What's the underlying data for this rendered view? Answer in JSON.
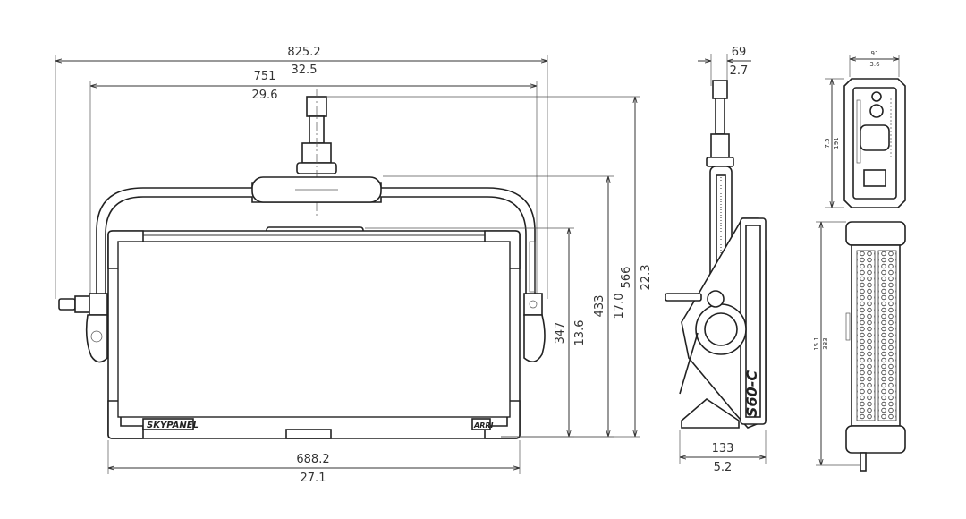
{
  "dimensions": {
    "total_width_mm": "825.2",
    "total_width_in": "32.5",
    "yoke_width_mm": "751",
    "yoke_width_in": "29.6",
    "panel_width_mm": "688.2",
    "panel_width_in": "27.1",
    "panel_height_mm": "347",
    "panel_height_in": "13.6",
    "yoke_height_mm": "433",
    "yoke_height_in": "17.0",
    "total_height_mm": "566",
    "total_height_in": "22.3",
    "side_top_mm": "69",
    "side_top_in": "2.7",
    "side_depth_mm": "133",
    "side_depth_in": "5.2",
    "rear_width_mm": "91",
    "rear_width_in": "3.6",
    "rear_height_mm": "191",
    "rear_height_in": "7.5",
    "bottom_length_mm": "383",
    "bottom_length_in": "15.1"
  },
  "labels": {
    "brand_left": "SKYPANEL",
    "brand_right": "ARRI",
    "model": "S60-C"
  }
}
